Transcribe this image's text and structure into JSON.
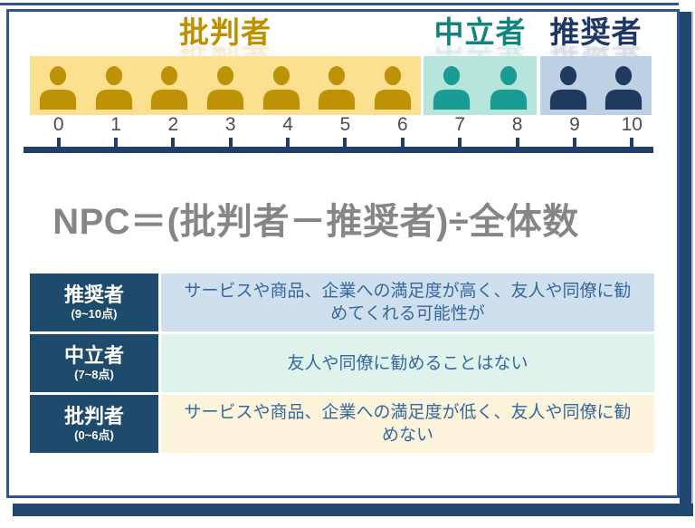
{
  "groups": [
    {
      "name": "detractors",
      "label": "批判者",
      "label_color": "#BF9000",
      "band_color": "#FBE18F",
      "icon_color": "#BE9206",
      "icon": "person-icon",
      "person_count": 7
    },
    {
      "name": "passives",
      "label": "中立者",
      "label_color": "#13847D",
      "band_color": "#B7E4DB",
      "icon_color": "#1A9C94",
      "icon": "person-icon",
      "person_count": 2
    },
    {
      "name": "promoters",
      "label": "推奨者",
      "label_color": "#1E3765",
      "band_color": "#BDD0E4",
      "icon_color": "#20395F",
      "icon": "person-icon",
      "person_count": 2
    }
  ],
  "scale": {
    "numbers": [
      "0",
      "1",
      "2",
      "3",
      "4",
      "5",
      "6",
      "7",
      "8",
      "9",
      "10"
    ],
    "bar_color": "#1F3E6B"
  },
  "formula": {
    "text": "NPC＝(批判者－推奨者)÷全体数",
    "color": "#868686"
  },
  "table": {
    "header_bg": "#1E4A6B",
    "rows": [
      {
        "term": "推奨者",
        "range": "(9~10点)",
        "description": "サービスや商品、企業への満足度が高く、友人や同僚に勧めてくれる可能性が",
        "row_bg": "#CFDFEE"
      },
      {
        "term": "中立者",
        "range": "(7~8点)",
        "description": "友人や同僚に勧めることはない",
        "row_bg": "#DFF2EC"
      },
      {
        "term": "批判者",
        "range": "(0~6点)",
        "description": "サービスや商品、企業への満足度が低く、友人や同僚に勧めない",
        "row_bg": "#FCF4DA"
      }
    ]
  },
  "frame": {
    "card_border": "#2F5394",
    "shadow_color": "#21486E",
    "accent_line_color": "#2F5394"
  }
}
